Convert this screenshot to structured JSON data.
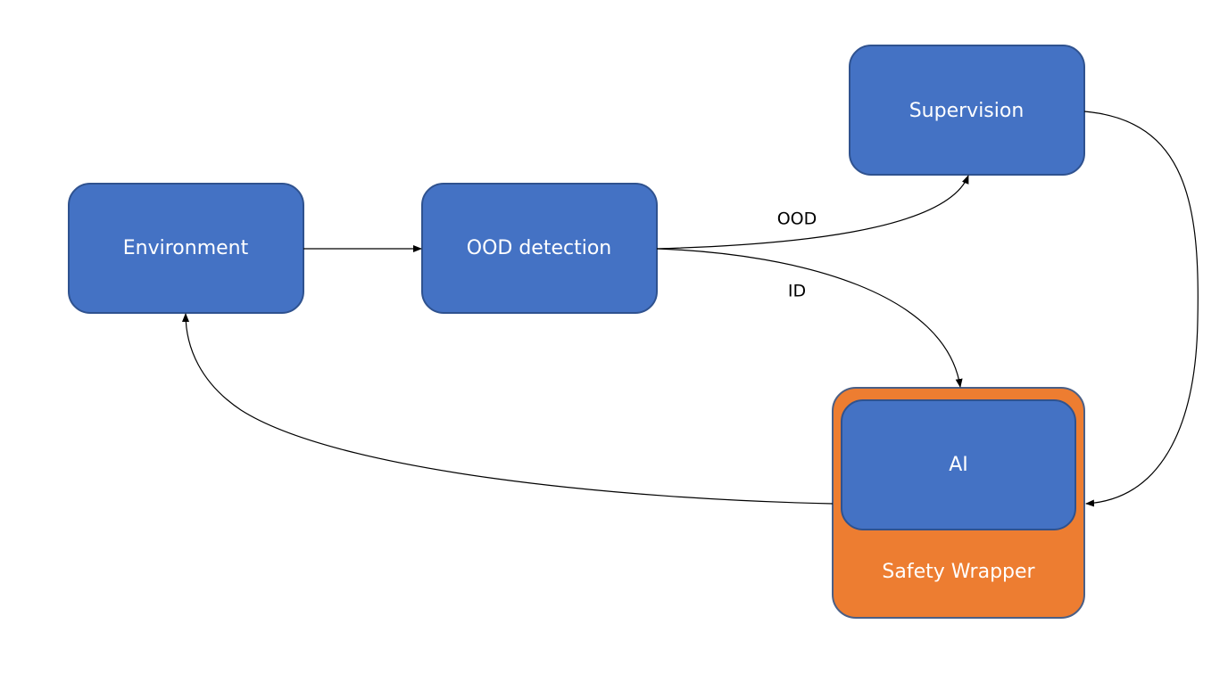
{
  "colors": {
    "node_fill": "#4472c4",
    "node_border": "#2f528f",
    "wrapper_fill": "#ed7d31",
    "wrapper_border": "#4a5f86",
    "edge": "#000000",
    "label_text": "#ffffff"
  },
  "nodes": {
    "environment": {
      "label": "Environment"
    },
    "ood_detection": {
      "label": "OOD detection"
    },
    "supervision": {
      "label": "Supervision"
    },
    "ai": {
      "label": "AI"
    },
    "safety_wrapper": {
      "label": "Safety Wrapper"
    }
  },
  "edges": [
    {
      "from": "environment",
      "to": "ood_detection",
      "label": ""
    },
    {
      "from": "ood_detection",
      "to": "supervision",
      "label": "OOD"
    },
    {
      "from": "ood_detection",
      "to": "ai",
      "label": "ID"
    },
    {
      "from": "supervision",
      "to": "safety_wrapper",
      "label": ""
    },
    {
      "from": "safety_wrapper",
      "to": "environment",
      "label": ""
    }
  ],
  "edge_labels": {
    "ood": "OOD",
    "id": "ID"
  }
}
